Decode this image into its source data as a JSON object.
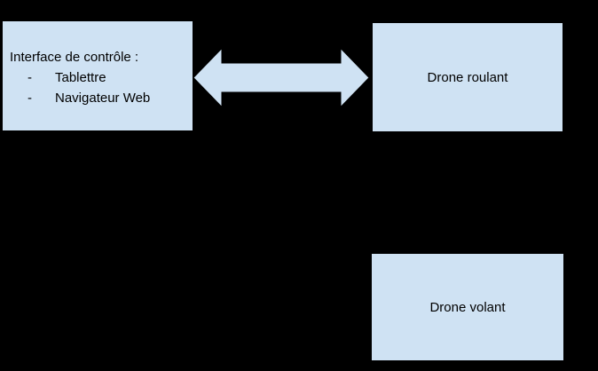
{
  "colors": {
    "background": "#000000",
    "box-fill": "#cfe2f3",
    "box-border": "#000000",
    "text": "#000000"
  },
  "diagram": {
    "interface_box": {
      "title": "Interface de contrôle :",
      "items": [
        {
          "marker": "-",
          "label": "Tablettre"
        },
        {
          "marker": "-",
          "label": "Navigateur Web"
        }
      ]
    },
    "drone_roulant_box": {
      "label": "Drone roulant"
    },
    "drone_volant_box": {
      "label": "Drone volant"
    },
    "connector": {
      "icon": "bidirectional-arrow",
      "between": [
        "interface_box",
        "drone_roulant_box"
      ]
    }
  }
}
